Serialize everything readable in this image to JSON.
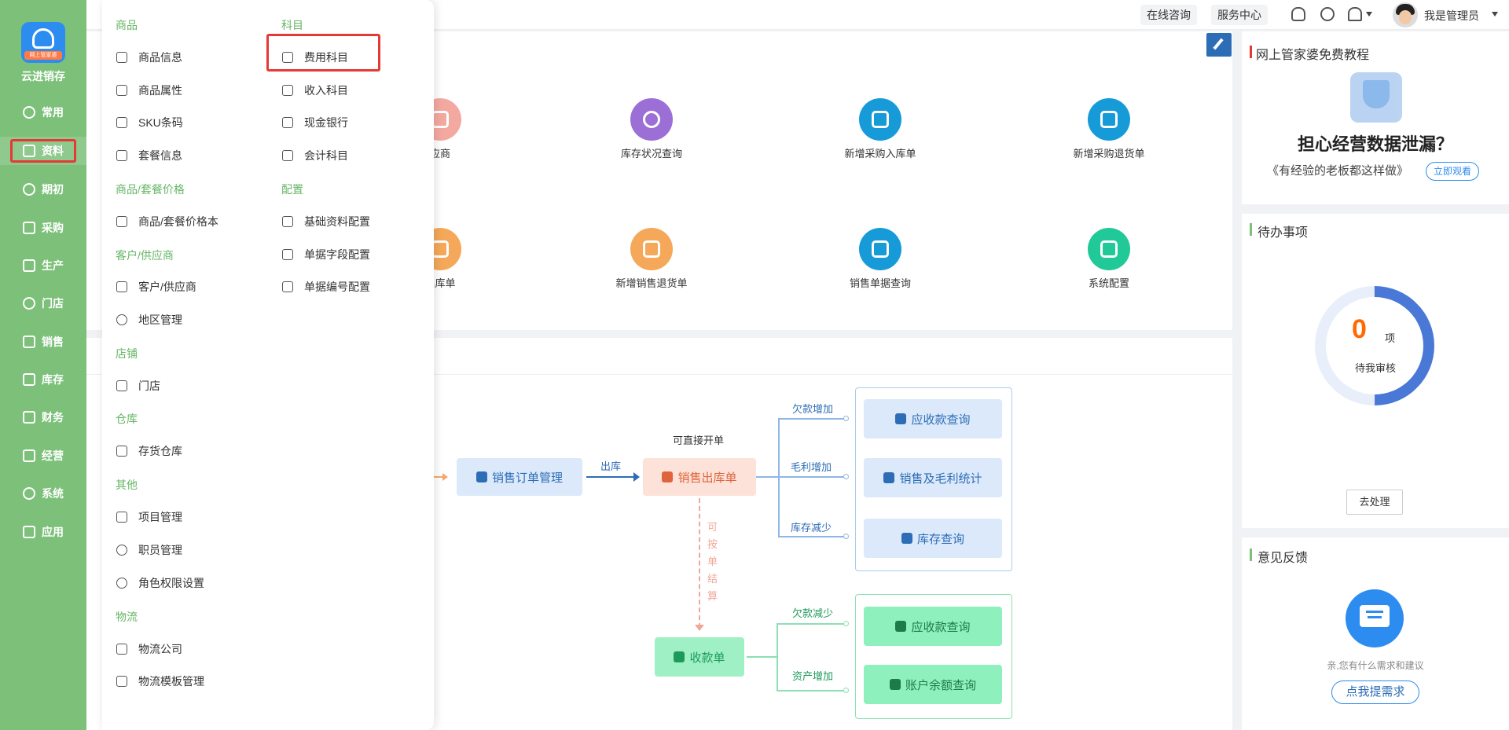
{
  "sidebar": {
    "logo_text": "网上管家婆",
    "app_name": "云进销存",
    "items": [
      {
        "label": "常用",
        "icon": "star-icon"
      },
      {
        "label": "资料",
        "icon": "document-icon"
      },
      {
        "label": "期初",
        "icon": "target-icon"
      },
      {
        "label": "采购",
        "icon": "cart-icon"
      },
      {
        "label": "生产",
        "icon": "factory-icon"
      },
      {
        "label": "门店",
        "icon": "pie-icon"
      },
      {
        "label": "销售",
        "icon": "bar-chart-icon"
      },
      {
        "label": "库存",
        "icon": "warehouse-icon"
      },
      {
        "label": "财务",
        "icon": "finance-icon"
      },
      {
        "label": "经营",
        "icon": "trend-icon"
      },
      {
        "label": "系统",
        "icon": "gear-icon"
      },
      {
        "label": "应用",
        "icon": "plus-icon"
      }
    ]
  },
  "topbar": {
    "consult": "在线咨询",
    "service": "服务中心",
    "username": "我是管理员"
  },
  "shortcuts": [
    {
      "label": "应商",
      "color": "#f4a9a0"
    },
    {
      "label": "库存状况查询",
      "color": "#9b6fd6"
    },
    {
      "label": "新增采购入库单",
      "color": "#169bd8"
    },
    {
      "label": "新增采购退货单",
      "color": "#169bd8"
    },
    {
      "label": "出库单",
      "color": "#f5a85a"
    },
    {
      "label": "新增销售退货单",
      "color": "#f5a85a"
    },
    {
      "label": "销售单据查询",
      "color": "#169bd8"
    },
    {
      "label": "系统配置",
      "color": "#20c997"
    }
  ],
  "flow": {
    "top_note": "可直接开单",
    "out_label": "出库",
    "sales_order": "销售订单管理",
    "sales_out": "销售出库单",
    "vertical_note": [
      "可",
      "按",
      "单",
      "结",
      "算"
    ],
    "debt_inc": "欠款增加",
    "profit_inc": "毛利增加",
    "stock_dec": "库存减少",
    "receivable_1": "应收款查询",
    "sales_profit": "销售及毛利统计",
    "stock_query": "库存查询",
    "receipt": "收款单",
    "debt_dec": "欠款减少",
    "asset_inc": "资产增加",
    "receivable_2": "应收款查询",
    "balance_query": "账户余额查询"
  },
  "menu": {
    "col1": [
      {
        "type": "section",
        "label": "商品"
      },
      {
        "type": "item",
        "label": "商品信息"
      },
      {
        "type": "item",
        "label": "商品属性"
      },
      {
        "type": "item",
        "label": "SKU条码"
      },
      {
        "type": "item",
        "label": "套餐信息"
      },
      {
        "type": "section",
        "label": "商品/套餐价格"
      },
      {
        "type": "item",
        "label": "商品/套餐价格本"
      },
      {
        "type": "section",
        "label": "客户/供应商"
      },
      {
        "type": "item",
        "label": "客户/供应商"
      },
      {
        "type": "item",
        "label": "地区管理"
      },
      {
        "type": "section",
        "label": "店铺"
      },
      {
        "type": "item",
        "label": "门店"
      },
      {
        "type": "section",
        "label": "仓库"
      },
      {
        "type": "item",
        "label": "存货仓库"
      },
      {
        "type": "section",
        "label": "其他"
      },
      {
        "type": "item",
        "label": "项目管理"
      },
      {
        "type": "item",
        "label": "职员管理"
      },
      {
        "type": "item",
        "label": "角色权限设置"
      },
      {
        "type": "section",
        "label": "物流"
      },
      {
        "type": "item",
        "label": "物流公司"
      },
      {
        "type": "item",
        "label": "物流模板管理"
      }
    ],
    "col2": [
      {
        "type": "section",
        "label": "科目"
      },
      {
        "type": "item",
        "label": "费用科目"
      },
      {
        "type": "item",
        "label": "收入科目"
      },
      {
        "type": "item",
        "label": "现金银行"
      },
      {
        "type": "item",
        "label": "会计科目"
      },
      {
        "type": "section",
        "label": "配置"
      },
      {
        "type": "item",
        "label": "基础资料配置"
      },
      {
        "type": "item",
        "label": "单据字段配置"
      },
      {
        "type": "item",
        "label": "单据编号配置"
      }
    ]
  },
  "right": {
    "tutorial_title": "网上管家婆免费教程",
    "tutorial_headline": "担心经营数据泄漏？",
    "tutorial_sub": "《有经验的老板都这样做》",
    "tutorial_btn": "立即观看",
    "todo_title": "待办事项",
    "todo_count": "0",
    "todo_unit": "项",
    "todo_caption": "待我审核",
    "todo_btn": "去处理",
    "feedback_title": "意见反馈",
    "feedback_text": "亲,您有什么需求和建议",
    "feedback_btn": "点我提需求"
  }
}
